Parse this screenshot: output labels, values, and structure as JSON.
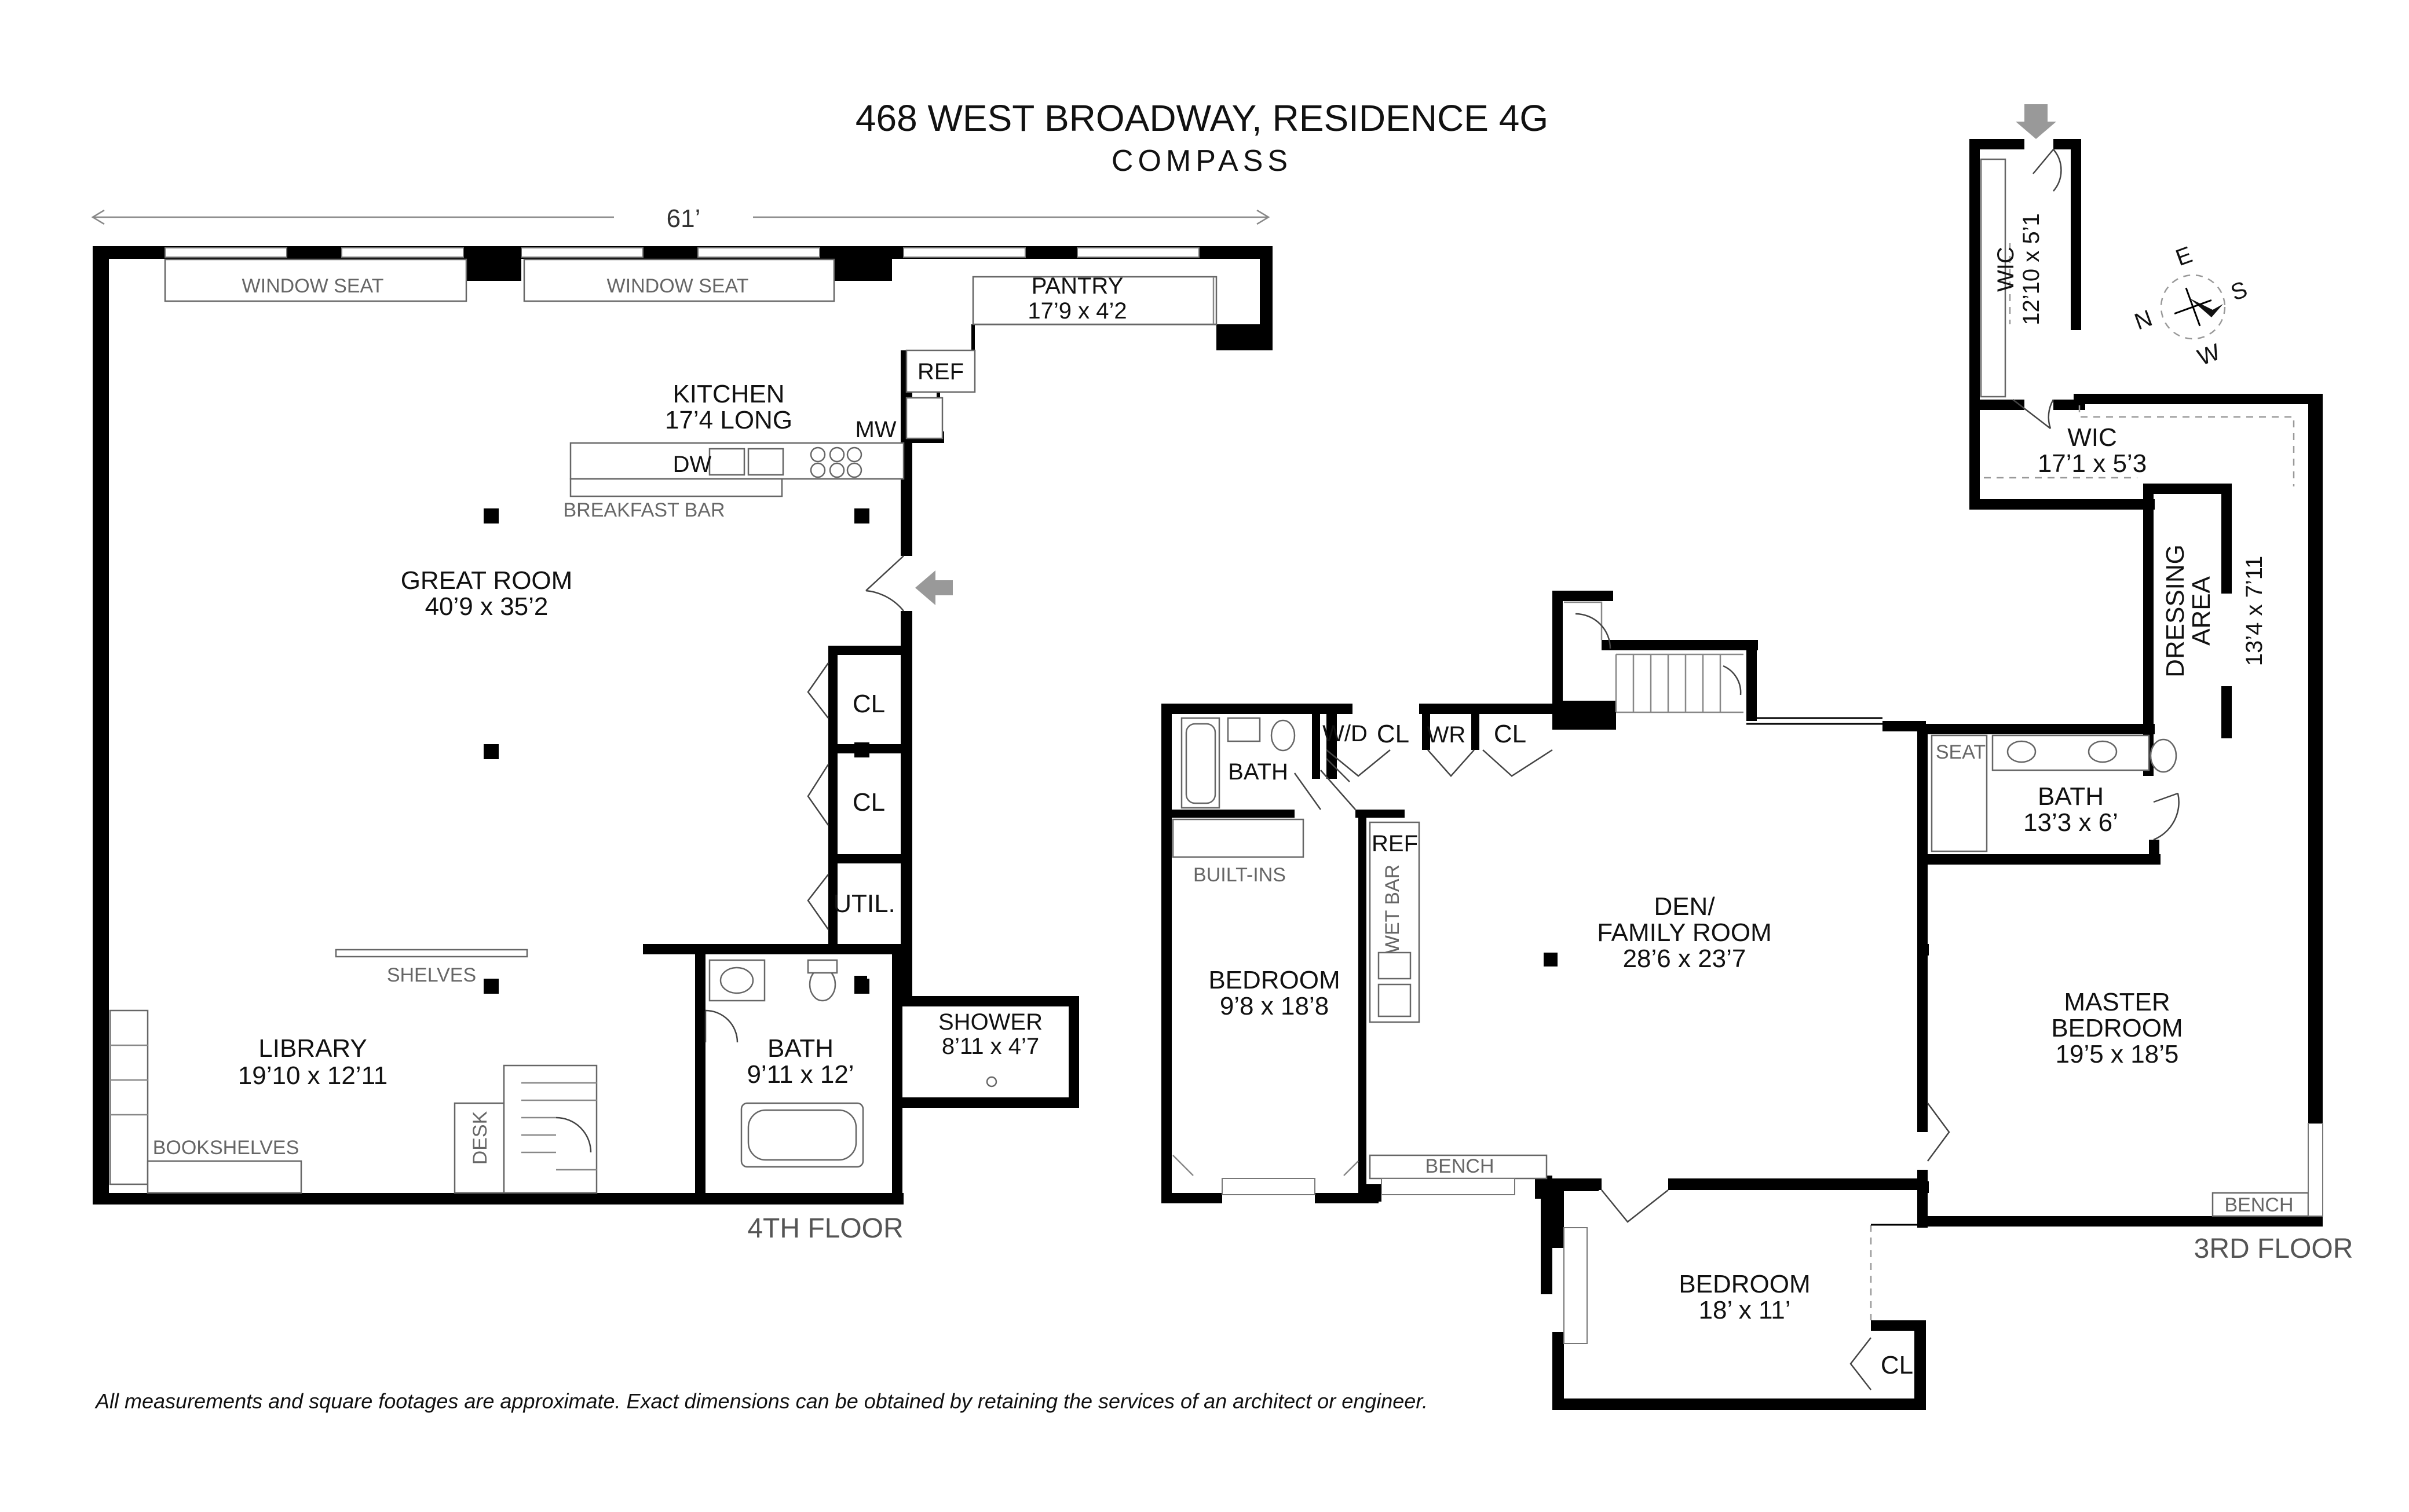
{
  "header": {
    "title": "468 WEST BROADWAY, RESIDENCE 4G",
    "brand": "COMPASS"
  },
  "overall_dimension": "61’",
  "fourth_floor": {
    "label": "4TH FLOOR",
    "fixtures": {
      "window_seat_1": "WINDOW SEAT",
      "window_seat_2": "WINDOW SEAT",
      "ref": "REF",
      "mw": "MW",
      "dw": "DW",
      "breakfast_bar": "BREAKFAST BAR",
      "cl_1": "CL",
      "cl_2": "CL",
      "util": "UTIL.",
      "shelves": "SHELVES",
      "bookshelves": "BOOKSHELVES",
      "desk": "DESK"
    },
    "rooms": {
      "pantry": {
        "name": "PANTRY",
        "dims": "17’9 x 4’2"
      },
      "kitchen": {
        "name": "KITCHEN",
        "dims": "17’4 LONG"
      },
      "great_room": {
        "name": "GREAT ROOM",
        "dims": "40’9 x 35’2"
      },
      "library": {
        "name": "LIBRARY",
        "dims": "19’10 x 12’11"
      },
      "bath": {
        "name": "BATH",
        "dims": "9’11 x 12’"
      },
      "shower": {
        "name": "SHOWER",
        "dims": "8’11 x 4’7"
      }
    }
  },
  "third_floor": {
    "label": "3RD FLOOR",
    "fixtures": {
      "wd": "W/D",
      "cl_1": "CL",
      "wr": "WR",
      "cl_2": "CL",
      "bath_small": "BATH",
      "built_ins": "BUILT-INS",
      "ref": "REF",
      "wet_bar": "WET BAR",
      "bench_1": "BENCH",
      "bench_2": "BENCH",
      "seat": "SEAT",
      "cl_3": "CL"
    },
    "rooms": {
      "wic_top": {
        "name": "WIC",
        "dims": "12’10 x 5’1"
      },
      "wic": {
        "name": "WIC",
        "dims": "17’1 x 5’3"
      },
      "dressing": {
        "name_1": "DRESSING",
        "name_2": "AREA",
        "dims": "13’4 x 7’11"
      },
      "bath_master": {
        "name": "BATH",
        "dims": "13’3 x 6’"
      },
      "den": {
        "name_1": "DEN/",
        "name_2": "FAMILY ROOM",
        "dims": "28’6 x 23’7"
      },
      "bedroom_1": {
        "name": "BEDROOM",
        "dims": "9’8 x 18’8"
      },
      "master": {
        "name_1": "MASTER",
        "name_2": "BEDROOM",
        "dims": "19’5 x 18’5"
      },
      "bedroom_2": {
        "name": "BEDROOM",
        "dims": "18’ x 11’"
      }
    }
  },
  "compass_rose": {
    "n": "N",
    "e": "E",
    "s": "S",
    "w": "W"
  },
  "disclaimer": "All measurements and square footages are approximate. Exact dimensions can be obtained by retaining the services of an architect or engineer."
}
